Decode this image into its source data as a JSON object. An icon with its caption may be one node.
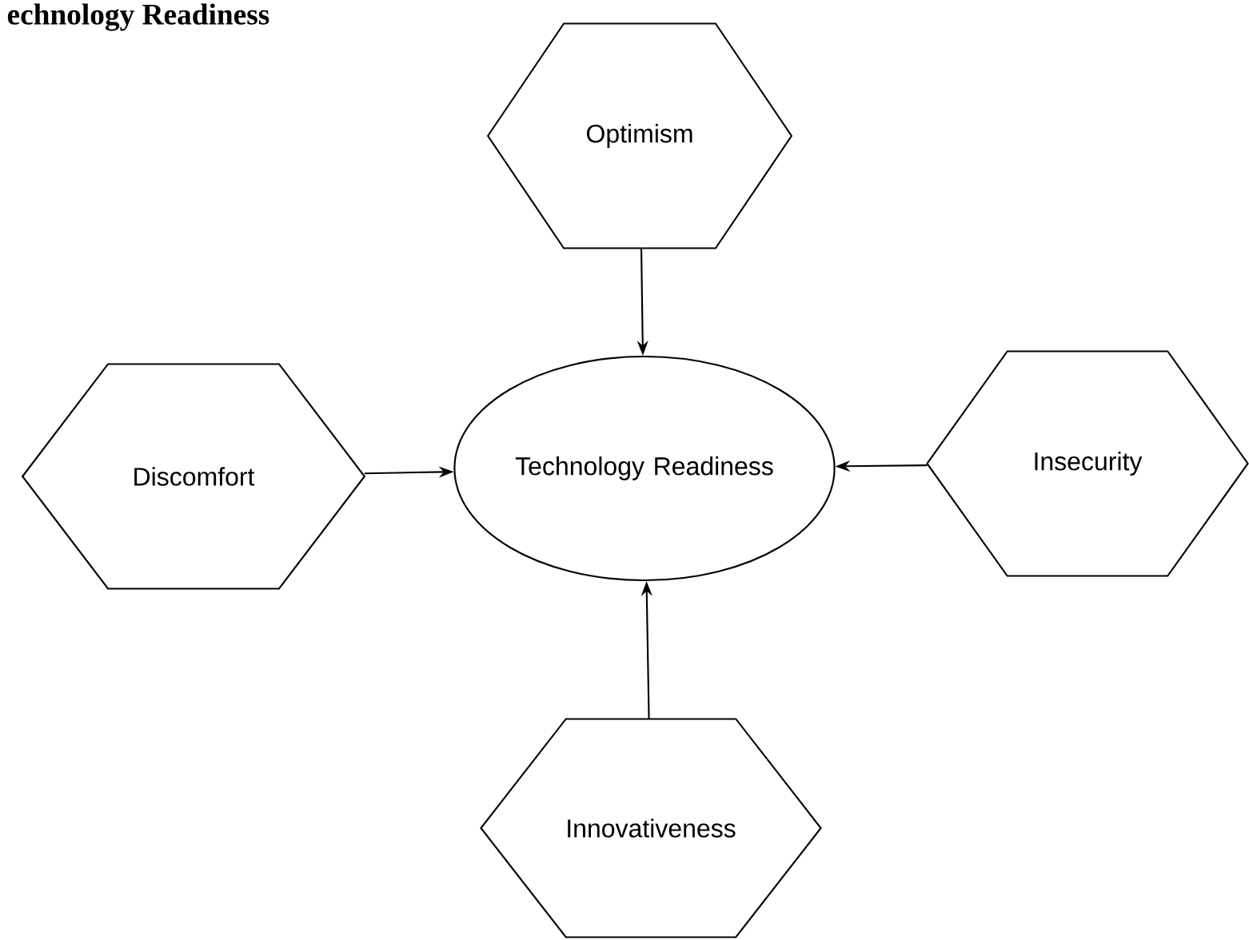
{
  "diagram": {
    "title": "echnology Readiness",
    "nodes": [
      {
        "text": [
          "Optimism"
        ]
      },
      {
        "text": [
          "Discomfort"
        ]
      },
      {
        "text": [
          "Technology Readiness"
        ]
      },
      {
        "text": [
          "Insecurity"
        ]
      },
      {
        "text": [
          "Innovativeness"
        ]
      }
    ],
    "edges": [
      {
        "from": 0,
        "to": 2,
        "arrow": "to"
      },
      {
        "from": 1,
        "to": 2,
        "arrow": "to"
      },
      {
        "from": 3,
        "to": 2,
        "arrow": "to"
      },
      {
        "from": 4,
        "to": 2,
        "arrow": "to"
      }
    ]
  }
}
